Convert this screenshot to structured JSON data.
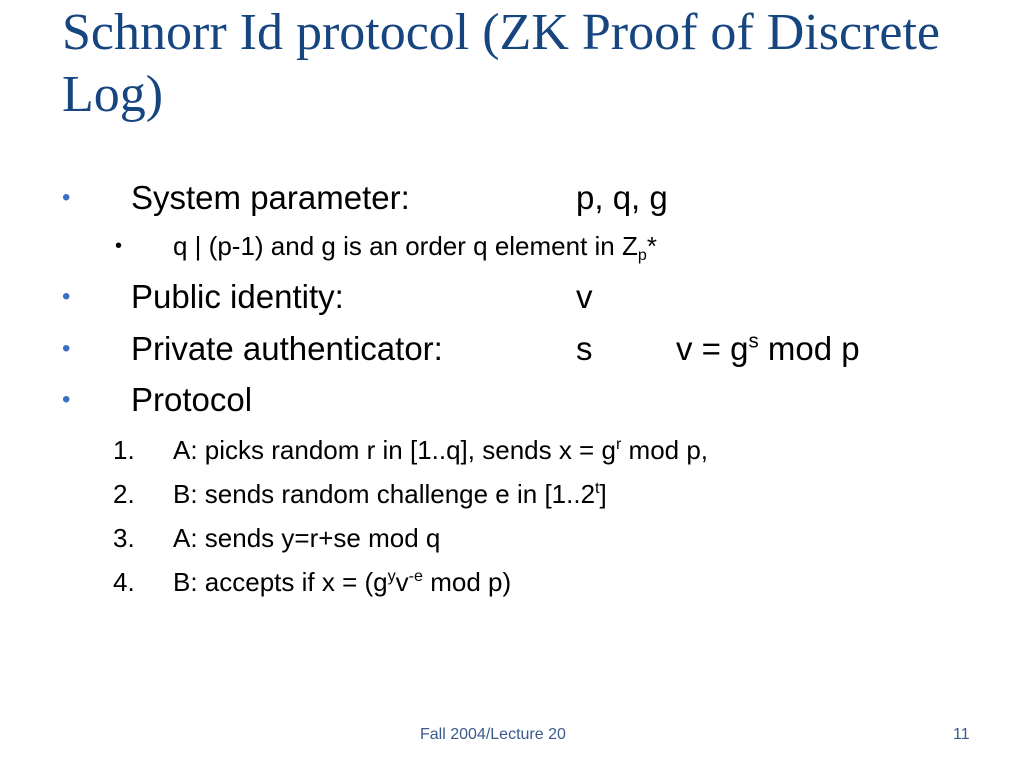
{
  "title": "Schnorr Id protocol (ZK Proof of Discrete Log)",
  "items": [
    {
      "bullet": "•",
      "label": "System parameter:",
      "value": "p, q, g"
    },
    {
      "bullet": "•",
      "text": "q | (p-1) and g is an order q element in Z",
      "sub": "p",
      "tail": "*"
    },
    {
      "bullet": "•",
      "label": "Public identity:",
      "value": "v"
    },
    {
      "bullet": "•",
      "label": "Private authenticator:",
      "value": "s",
      "formula_a": "v = g",
      "formula_sup": "s",
      "formula_b": " mod p"
    },
    {
      "bullet": "•",
      "label": "Protocol"
    }
  ],
  "steps": [
    {
      "num": "1.",
      "a": "A: picks random r in [1..q], sends x = g",
      "sup": "r",
      "b": " mod p,"
    },
    {
      "num": "2.",
      "a": "B: sends random challenge e in [1..2",
      "sup": "t",
      "b": "]"
    },
    {
      "num": "3.",
      "a": "A: sends y=r+se mod q"
    },
    {
      "num": "4.",
      "a": "B: accepts if x = (g",
      "sup": "y",
      "b": "v",
      "sup2": "-e",
      "c": " mod p)"
    }
  ],
  "footer": {
    "course": "Fall 2004/Lecture 20",
    "page": "11"
  }
}
